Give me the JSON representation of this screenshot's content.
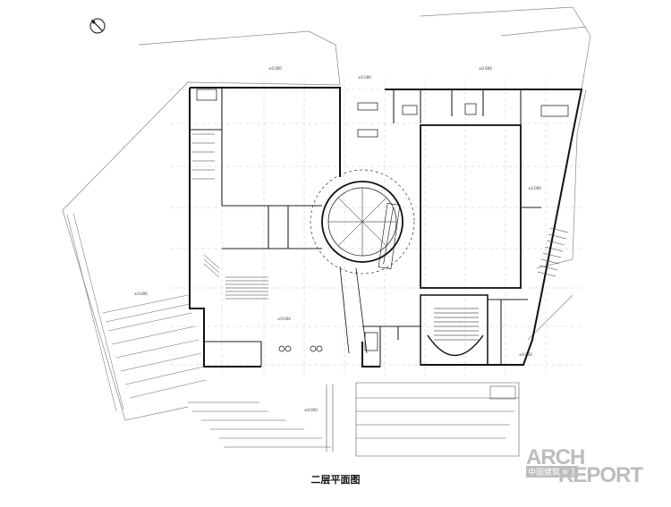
{
  "caption": "二层平面图",
  "watermark": {
    "brand_top": "ARCH",
    "brand_bottom": "REPORT",
    "subtitle": "中国建筑报道"
  },
  "elevation_tags": [
    "±0.000",
    "±0.000",
    "±0.000",
    "±0.000",
    "±0.000",
    "±0.000",
    "±0.000",
    "±0.000"
  ]
}
